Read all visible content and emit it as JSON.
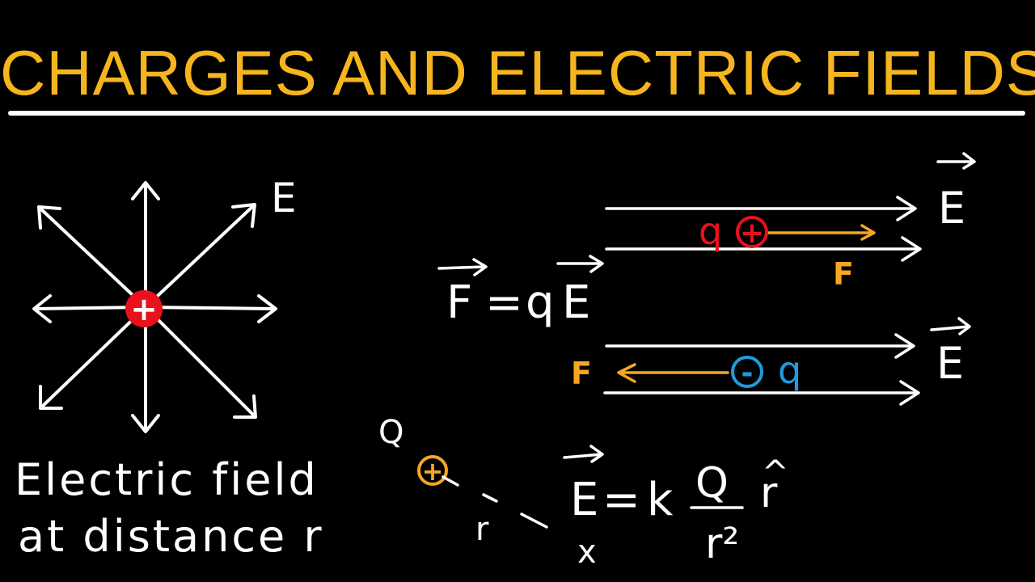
{
  "title": "CHARGES AND ELECTRIC FIELDS",
  "colors": {
    "title": "#f6b51e",
    "lines": "#ffffff",
    "positive_charge": "#e8111c",
    "negative_charge": "#1f9be0",
    "force": "#f6a623",
    "source_charge": "#f6a623"
  },
  "point_charge": {
    "sign": "+",
    "field_label": "E",
    "caption_line1": "Electric field",
    "caption_line2": "at distance r"
  },
  "force_equation": {
    "lhs": "F",
    "equals": "=",
    "q": "q",
    "rhs": "E"
  },
  "upper_field": {
    "field_label": "E",
    "charge_label": "q",
    "charge_sign": "+",
    "force_label": "F"
  },
  "lower_field": {
    "field_label": "E",
    "charge_label": "q",
    "charge_sign": "-",
    "force_label": "F"
  },
  "coulomb": {
    "source_label": "Q",
    "source_sign": "+",
    "distance_label": "r",
    "point_marker": "x",
    "E": "E",
    "equals": "=",
    "k": "k",
    "numerator": "Q",
    "denominator": "r²",
    "unit_vector": "r",
    "hat": "^"
  }
}
